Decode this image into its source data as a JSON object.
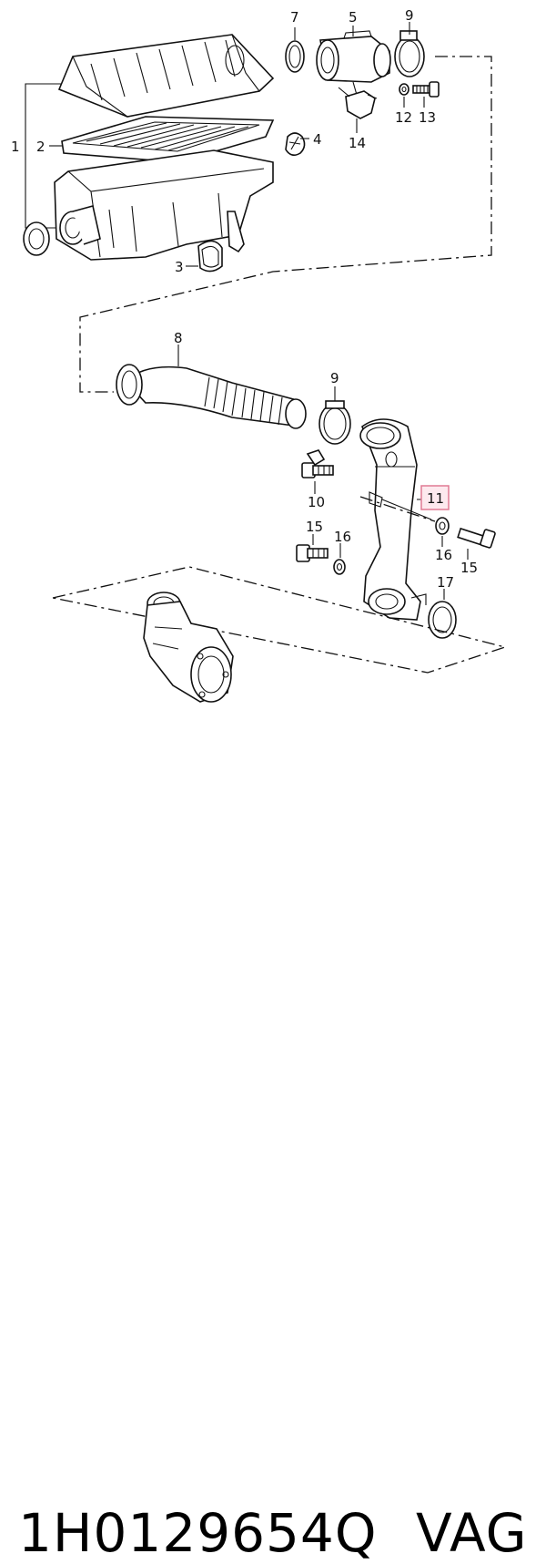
{
  "diagram": {
    "callouts": [
      "1",
      "2",
      "3",
      "4",
      "5",
      "7",
      "9",
      "12",
      "13",
      "14",
      "8",
      "9",
      "10",
      "11",
      "15",
      "16",
      "15",
      "16",
      "17"
    ],
    "highlighted_callout": "11",
    "highlight_color": "#e07a93"
  },
  "caption": {
    "part_number": "1H0129654Q",
    "brand": "VAG"
  }
}
